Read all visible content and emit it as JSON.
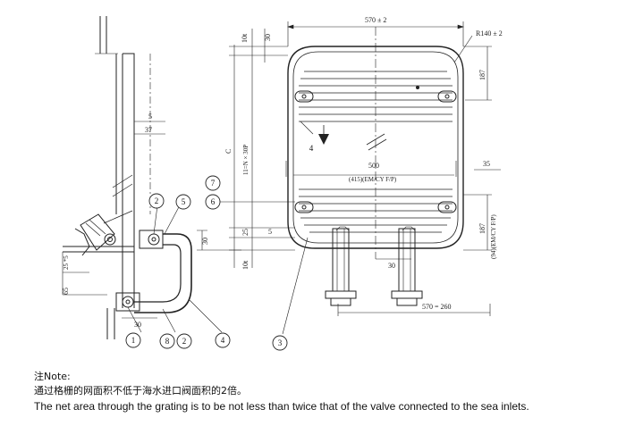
{
  "drawing": {
    "dimensions": {
      "top_width": "570 ± 2",
      "corner_radius": "R140 ± 2",
      "top_offset_10t": "10t",
      "top_offset_30": "30",
      "height_187_top": "187",
      "height_c": "C",
      "pitch_formula": "11=N × 30P",
      "bar_pitch_25": "25",
      "bottom_10t": "10t",
      "inner_width": "500",
      "inner_width_alt": "(415)(EM/CY F/P)",
      "right_35": "35",
      "height_187_bottom": "187",
      "height_187_bottom_alt": "(94)(EM/CY F/P)",
      "gap_5": "5",
      "gap_30_bolt": "30",
      "bolt_spacing": "570 = 260",
      "side_5": "5",
      "side_37": "37",
      "side_30": "30",
      "side_65": "65",
      "side_25": "25 *5",
      "bottom_30": "30"
    },
    "callouts": [
      "1",
      "2",
      "2",
      "3",
      "4",
      "4",
      "5",
      "6",
      "7",
      "8"
    ]
  },
  "note": {
    "title": "注Note:",
    "chinese": "通过格栅的网面积不低于海水进口阀面积的2倍。",
    "english": "The net area through the grating is to be not less than twice that of the valve connected to the sea inlets."
  }
}
